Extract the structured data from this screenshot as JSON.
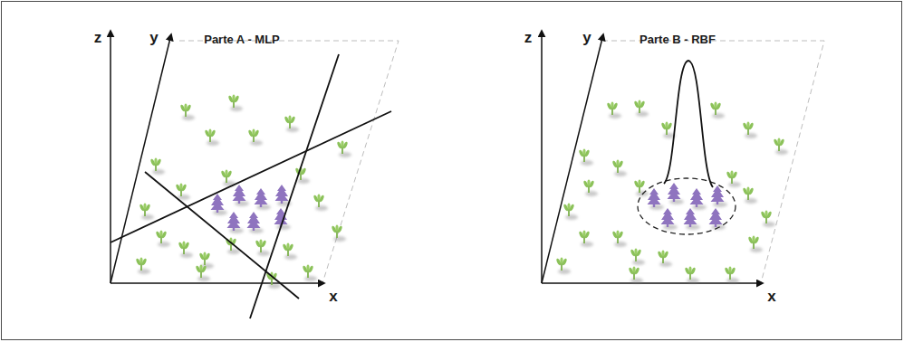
{
  "diagram": {
    "labels": [
      "Parte A - MLP",
      "z",
      "y",
      "x",
      "Parte B - RBF",
      "z",
      "y",
      "x"
    ]
  }
}
